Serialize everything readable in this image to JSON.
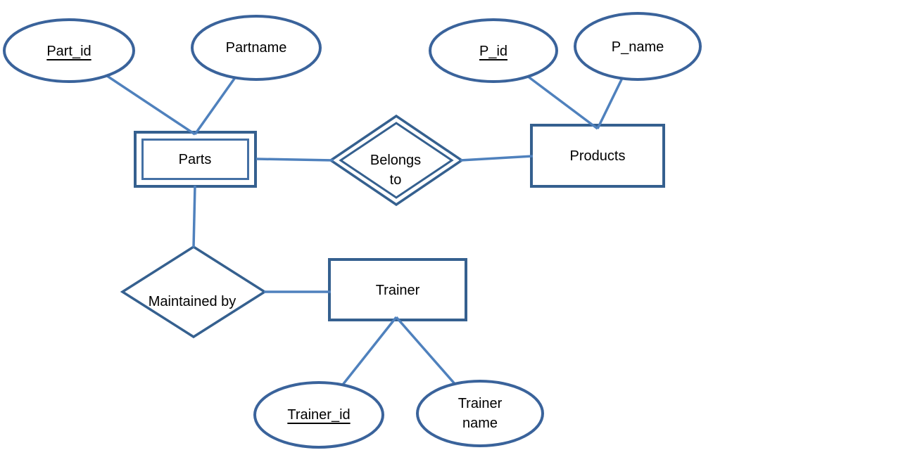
{
  "diagram": {
    "type": "er-diagram",
    "colors": {
      "shape_border": "#35608F",
      "connector": "#4F81BD",
      "label_text": "#000000",
      "background": "#FFFFFF"
    },
    "entities": {
      "parts": {
        "label": "Parts",
        "shape": "double-rectangle"
      },
      "products": {
        "label": "Products",
        "shape": "rectangle"
      },
      "trainer": {
        "label": "Trainer",
        "shape": "rectangle"
      }
    },
    "relationships": {
      "belongs_to": {
        "label": "Belongs to",
        "shape": "double-diamond"
      },
      "maintained_by": {
        "label": "Maintained by",
        "shape": "diamond"
      }
    },
    "attributes": {
      "part_id": {
        "label": "Part_id",
        "is_key": true
      },
      "partname": {
        "label": "Partname",
        "is_key": false
      },
      "p_id": {
        "label": "P_id",
        "is_key": true
      },
      "p_name": {
        "label": "P_name",
        "is_key": false
      },
      "trainer_id": {
        "label": "Trainer_id",
        "is_key": true
      },
      "trainer_name": {
        "label": "Trainer name",
        "is_key": false
      }
    },
    "edges": [
      {
        "from": "part_id",
        "to": "parts"
      },
      {
        "from": "partname",
        "to": "parts"
      },
      {
        "from": "parts",
        "to": "belongs_to"
      },
      {
        "from": "belongs_to",
        "to": "products"
      },
      {
        "from": "p_id",
        "to": "products"
      },
      {
        "from": "p_name",
        "to": "products"
      },
      {
        "from": "parts",
        "to": "maintained_by"
      },
      {
        "from": "maintained_by",
        "to": "trainer"
      },
      {
        "from": "trainer",
        "to": "trainer_id"
      },
      {
        "from": "trainer",
        "to": "trainer_name"
      }
    ]
  }
}
